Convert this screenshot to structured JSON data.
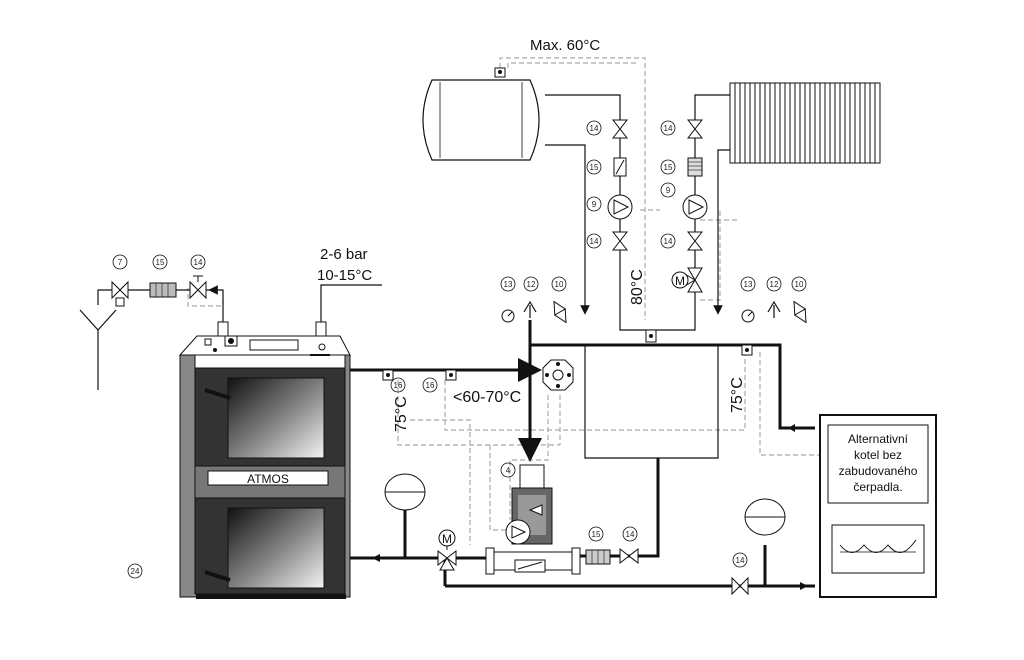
{
  "labels": {
    "max_temp": "Max. 60°C",
    "pressure": "2-6 bar",
    "cold_temp": "10-15°C",
    "temp_80": "80°C",
    "temp_75_left": "75°C",
    "temp_75_right": "75°C",
    "temp_range": "<60-70°C",
    "boiler_name": "ATMOS",
    "motor_letter": "M",
    "alt_boiler_line1": "Alternativní",
    "alt_boiler_line2": "kotel bez",
    "alt_boiler_line3": "zabudovaného",
    "alt_boiler_line4": "čerpadla."
  },
  "numbers": {
    "n7": "7",
    "n15": "15",
    "n14": "14",
    "n13": "13",
    "n12": "12",
    "n10": "10",
    "n9": "9",
    "n16": "16",
    "n4": "4",
    "n24": "24"
  }
}
